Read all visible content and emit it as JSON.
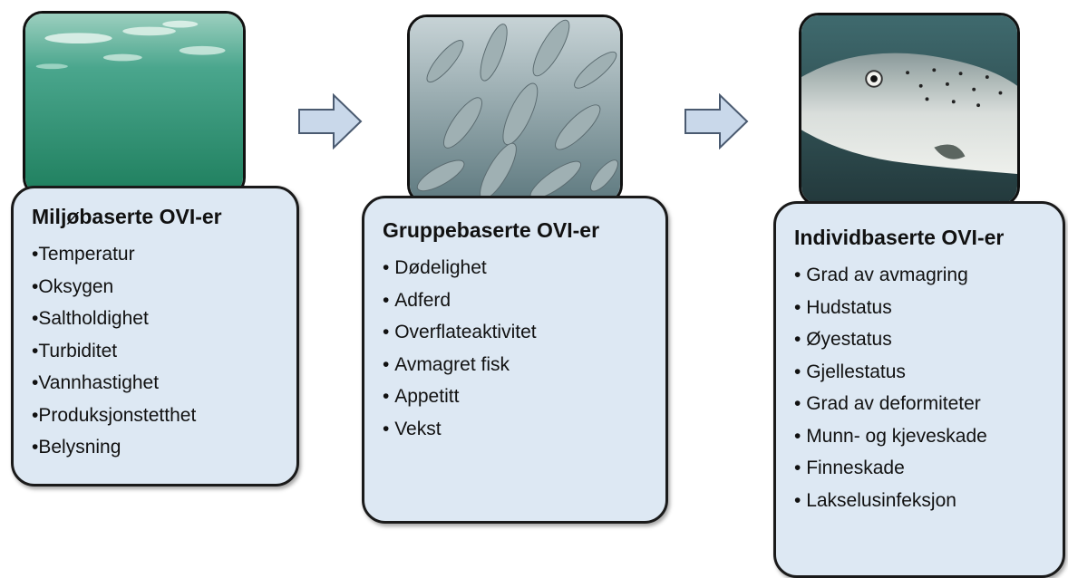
{
  "panels": [
    {
      "title": "Miljøbaserte OVI-er",
      "image_icon": "underwater-surface-image",
      "items": [
        "Temperatur",
        "Oksygen",
        "Saltholdighet",
        "Turbiditet",
        "Vannhastighet",
        "Produksjonstetthet",
        "Belysning"
      ]
    },
    {
      "title": "Gruppebaserte OVI-er",
      "image_icon": "fish-school-image",
      "items": [
        "Dødelighet",
        "Adferd",
        "Overflateaktivitet",
        "Avmagret fisk",
        "Appetitt",
        "Vekst"
      ]
    },
    {
      "title": "Individbaserte OVI-er",
      "image_icon": "salmon-closeup-image",
      "items": [
        "Grad av avmagring",
        "Hudstatus",
        "Øyestatus",
        "Gjellestatus",
        "Grad av deformiteter",
        "Munn- og kjeveskade",
        "Finneskade",
        "Lakselusinfeksjon"
      ]
    }
  ],
  "arrows": [
    "right-arrow-icon",
    "right-arrow-icon"
  ],
  "colors": {
    "card_fill": "#dde8f3",
    "card_border": "#1a1a1a",
    "arrow_fill": "#c9d8ea",
    "arrow_stroke": "#4a5a70"
  }
}
